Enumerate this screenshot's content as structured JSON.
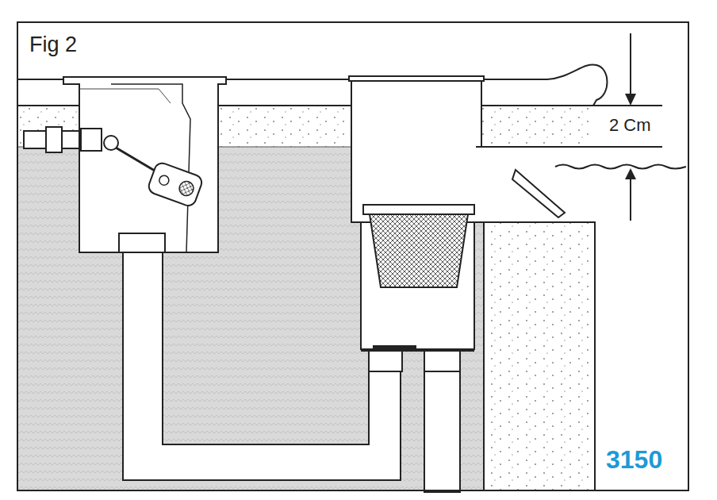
{
  "diagram": {
    "labels": [
      "Fig 2",
      "2 Cm",
      "3150"
    ]
  }
}
